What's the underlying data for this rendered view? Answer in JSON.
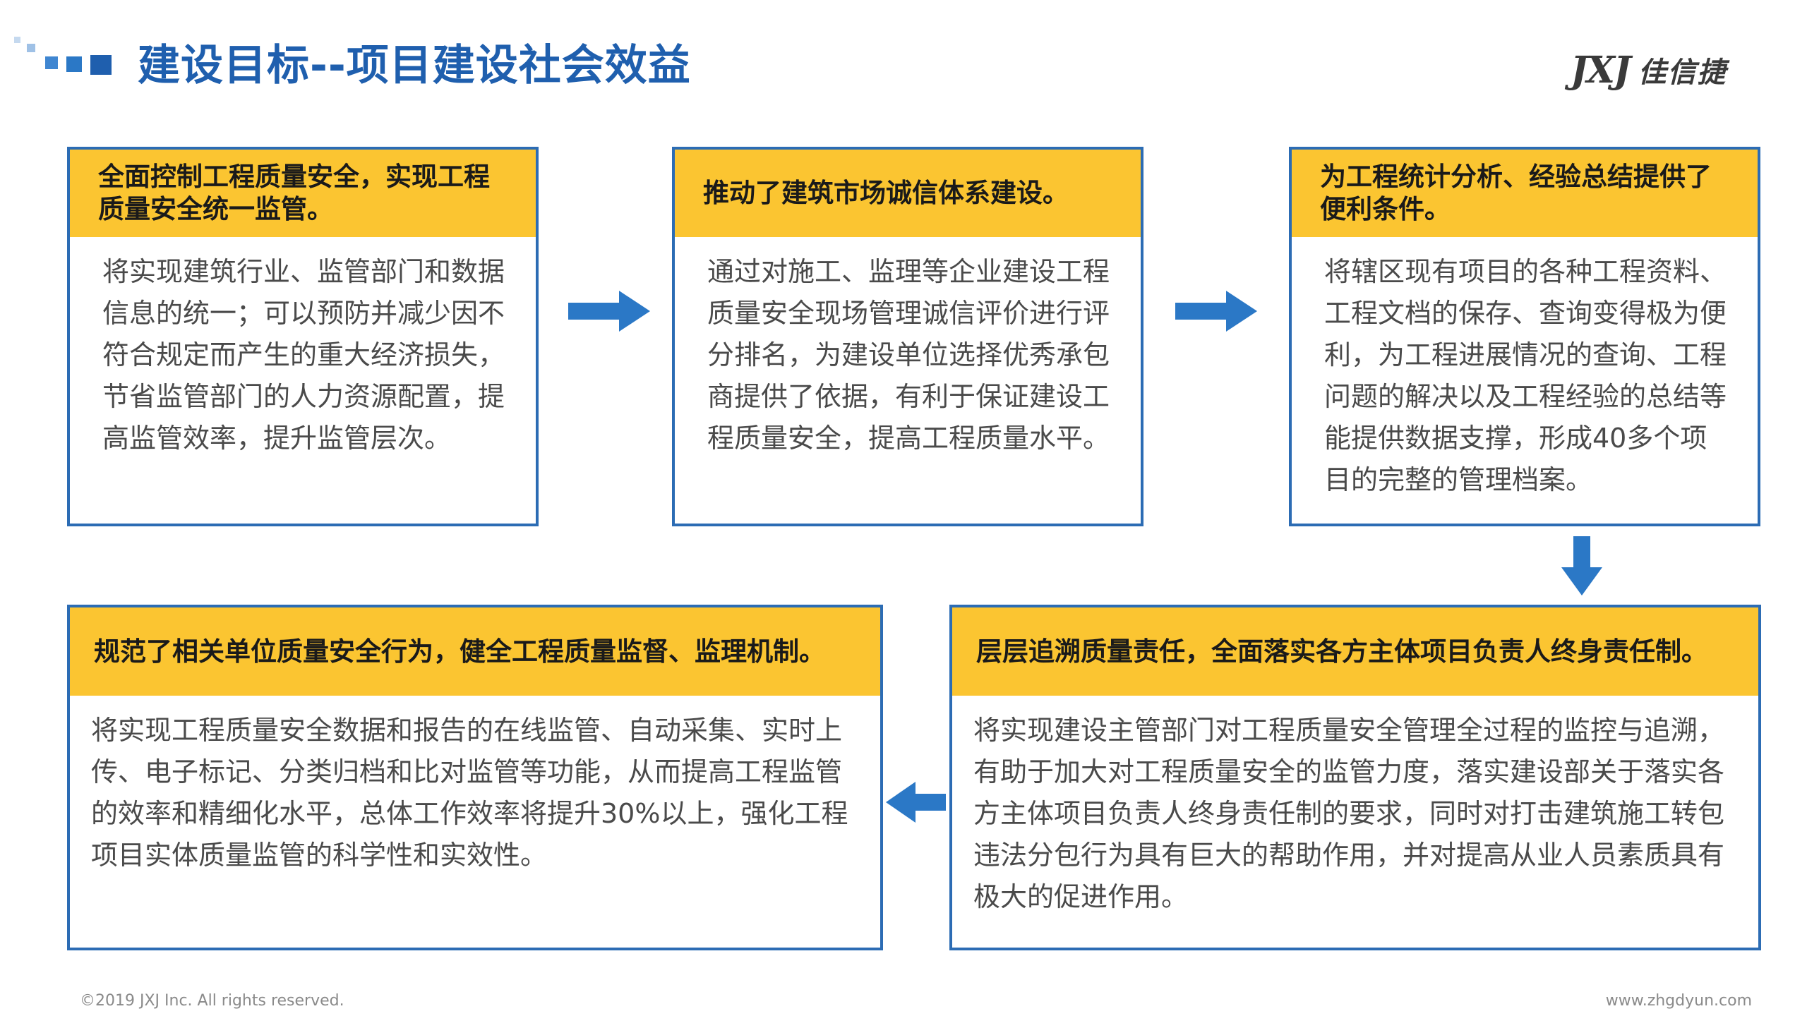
{
  "header": {
    "title": "建设目标--项目建设社会效益",
    "logo_mark": "JXJ",
    "logo_text": "佳信捷"
  },
  "colors": {
    "title_blue": "#1f5fae",
    "border_blue": "#2c6cb4",
    "header_yellow": "#fbc531",
    "arrow_blue": "#2b78c6"
  },
  "cards": [
    {
      "heading": "全面控制工程质量安全，实现工程质量安全统一监管。",
      "body": "将实现建筑行业、监管部门和数据信息的统一；可以预防并减少因不符合规定而产生的重大经济损失，节省监管部门的人力资源配置，提高监管效率，提升监管层次。"
    },
    {
      "heading": "推动了建筑市场诚信体系建设。",
      "body": "通过对施工、监理等企业建设工程质量安全现场管理诚信评价进行评分排名，为建设单位选择优秀承包商提供了依据，有利于保证建设工程质量安全，提高工程质量水平。"
    },
    {
      "heading": "为工程统计分析、经验总结提供了便利条件。",
      "body": "将辖区现有项目的各种工程资料、工程文档的保存、查询变得极为便利，为工程进展情况的查询、工程问题的解决以及工程经验的总结等能提供数据支撑，形成40多个项目的完整的管理档案。"
    },
    {
      "heading": "规范了相关单位质量安全行为，健全工程质量监督、监理机制。",
      "body": "将实现工程质量安全数据和报告的在线监管、自动采集、实时上传、电子标记、分类归档和比对监管等功能，从而提高工程监管的效率和精细化水平，总体工作效率将提升30%以上，强化工程项目实体质量监管的科学性和实效性。"
    },
    {
      "heading": "层层追溯质量责任，全面落实各方主体项目负责人终身责任制。",
      "body": "将实现建设主管部门对工程质量安全管理全过程的监控与追溯，有助于加大对工程质量安全的监管力度，落实建设部关于落实各方主体项目负责人终身责任制的要求，同时对打击建筑施工转包违法分包行为具有巨大的帮助作用，并对提高从业人员素质具有极大的促进作用。"
    }
  ],
  "arrows": [
    {
      "icon": "arrow-right-icon",
      "direction": "right"
    },
    {
      "icon": "arrow-right-icon",
      "direction": "right"
    },
    {
      "icon": "arrow-down-icon",
      "direction": "down"
    },
    {
      "icon": "arrow-left-icon",
      "direction": "left"
    }
  ],
  "footer": {
    "copyright": "©2019 JXJ Inc. All rights reserved.",
    "website": "www.zhgdyun.com"
  }
}
